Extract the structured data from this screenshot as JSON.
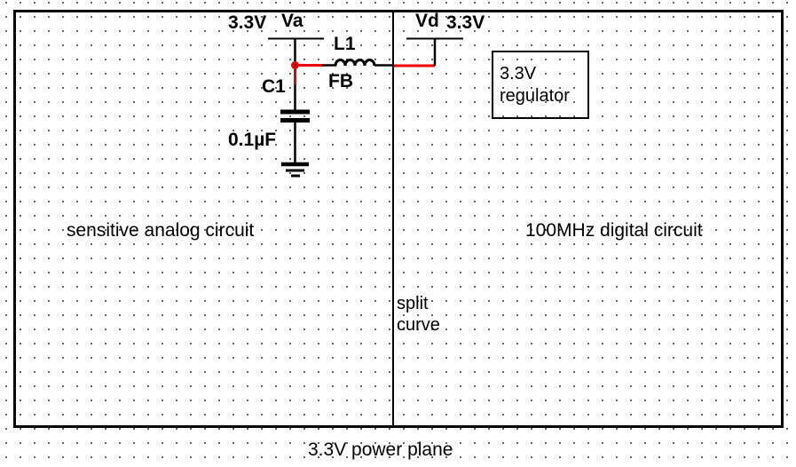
{
  "diagram": {
    "caption": "3.3V power plane",
    "regions": {
      "analog_label": "sensitive analog circuit",
      "digital_label": "100MHz digital circuit",
      "divider_label_line1": "split",
      "divider_label_line2": "curve"
    },
    "components": {
      "analog_supply_voltage": "3.3V",
      "analog_net": "Va",
      "inductor_ref": "L1",
      "inductor_type": "FB",
      "capacitor_ref": "C1",
      "capacitor_value": "0.1µF",
      "digital_net": "Vd",
      "digital_supply_voltage": "3.3V",
      "regulator_line1": "3.3V",
      "regulator_line2": "regulator"
    },
    "colors": {
      "highlight_wire": "#ee0000",
      "default_wire": "#000000",
      "background": "#ffffff",
      "grid_dot": "#3a3a3a"
    }
  }
}
